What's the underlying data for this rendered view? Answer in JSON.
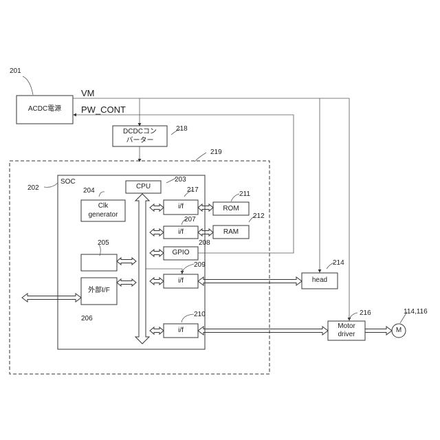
{
  "refs": {
    "acdc": "201",
    "soc_outer": "202",
    "cpu": "203",
    "clk": "204",
    "blank_block": "205",
    "ext_if": "206",
    "if_ram": "207",
    "gpio": "208",
    "if_head": "209",
    "if_motor": "210",
    "rom": "211",
    "ram": "212",
    "if_rom": "217",
    "dcdc": "218",
    "module": "219",
    "head": "214",
    "motor_driver": "216",
    "motor": "114,116"
  },
  "blocks": {
    "acdc": "ACDC電源",
    "dcdc_line1": "DCDCコン",
    "dcdc_line2": "バーター",
    "soc": "SOC",
    "cpu": "CPU",
    "clk_line1": "Clk",
    "clk_line2": "generator",
    "ext_if": "外部I/F",
    "if_rom": "i/f",
    "if_ram": "i/f",
    "gpio": "GPIO",
    "if_head": "i/f",
    "if_motor": "i/f",
    "rom": "ROM",
    "ram": "RAM",
    "head": "head",
    "motor_driver_line1": "Motor",
    "motor_driver_line2": "driver",
    "motor": "M"
  },
  "signals": {
    "vm": "VM",
    "pw_cont": "PW_CONT"
  }
}
